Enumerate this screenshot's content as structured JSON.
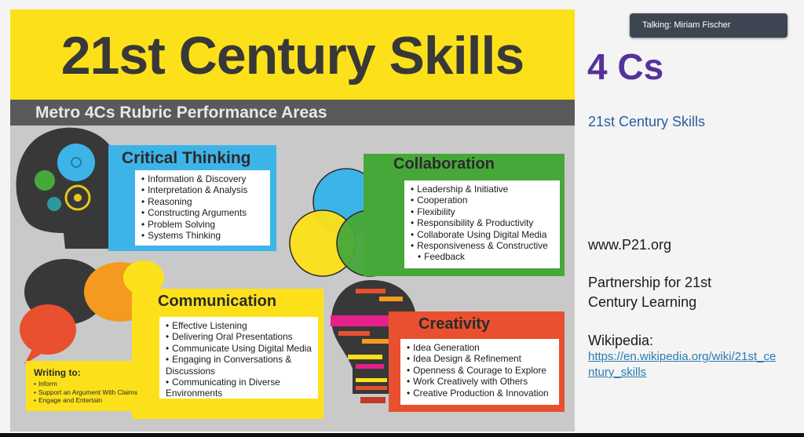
{
  "meeting": {
    "talking_label": "Talking: Miriam Fischer"
  },
  "infographic": {
    "title": "21st Century Skills",
    "subtitle": "Metro 4Cs Rubric Performance Areas",
    "critical_thinking": {
      "title": "Critical Thinking",
      "items": [
        "Information & Discovery",
        "Interpretation & Analysis",
        "Reasoning",
        "Constructing Arguments",
        "Problem Solving",
        "Systems Thinking"
      ]
    },
    "collaboration": {
      "title": "Collaboration",
      "items": [
        "Leadership & Initiative",
        "Cooperation",
        "Flexibility",
        "Responsibility & Productivity",
        "Collaborate Using Digital Media",
        "Responsiveness & Constructive",
        "Feedback"
      ]
    },
    "communication": {
      "title": "Communication",
      "items": [
        "Effective Listening",
        "Delivering Oral Presentations",
        "Communicate Using Digital Media",
        "Engaging in Conversations & Discussions",
        "Communicating in Diverse Environments"
      ]
    },
    "writing": {
      "title": "Writing to:",
      "items": [
        "Inform",
        "Support an Argument With Claims",
        "Engage and Entertain"
      ]
    },
    "creativity": {
      "title": "Creativity",
      "items": [
        "Idea Generation",
        "Idea Design & Refinement",
        "Openness & Courage to Explore",
        "Work Creatively with Others",
        "Creative Production & Innovation"
      ]
    }
  },
  "notes": {
    "heading": "4 Cs",
    "skills_link": "21st Century Skills",
    "site": "www.P21.org",
    "partnership_line1": "Partnership for 21st",
    "partnership_line2": "Century Learning",
    "wikipedia_label": "Wikipedia:",
    "wikipedia_url_line1": "https://en.wikipedia.org/wiki/21st_ce",
    "wikipedia_url_line2": "ntury_skills"
  },
  "colors": {
    "banner": "#fce11a",
    "critical_thinking": "#3db4e8",
    "collaboration": "#47a83a",
    "communication": "#fce11a",
    "creativity": "#e8502f",
    "heading": "#55329a"
  }
}
